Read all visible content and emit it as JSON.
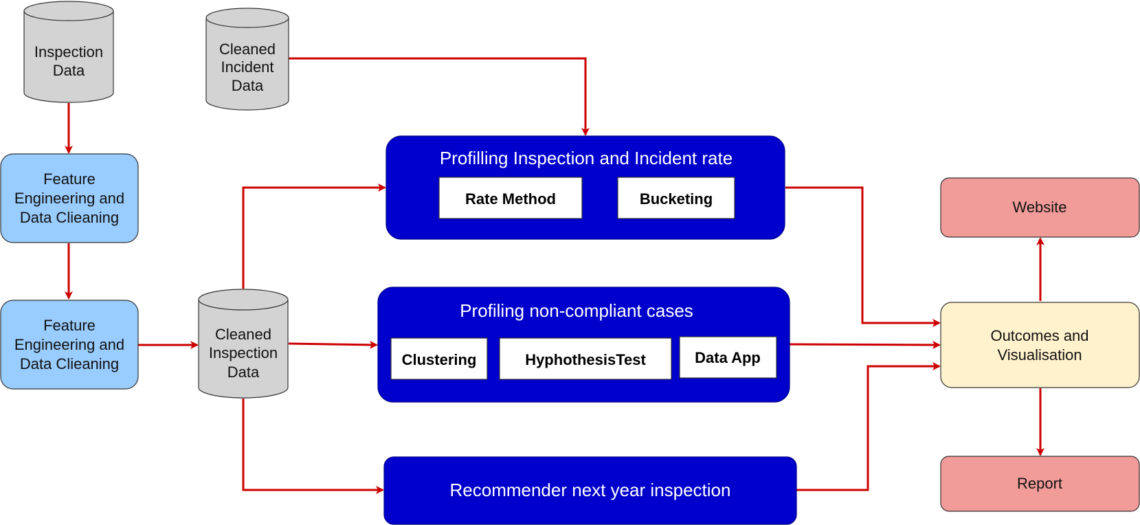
{
  "colors": {
    "edge": "#cc0000",
    "cylinder_fill": "#d3d3d3",
    "blue_box_fill": "#99ccff",
    "process_fill": "#0000cc",
    "outcome_fill": "#fff2cc",
    "output_fill": "#f19c99"
  },
  "nodes": {
    "inspection_data": {
      "lines": [
        "Inspection",
        "Data"
      ],
      "shape": "cylinder"
    },
    "cleaned_incident_data": {
      "lines": [
        "Cleaned",
        "Incident",
        "Data"
      ],
      "shape": "cylinder"
    },
    "feature_eng_1": {
      "lines": [
        "Feature",
        "Engineering and",
        "Data Clieaning"
      ]
    },
    "feature_eng_2": {
      "lines": [
        "Feature",
        "Engineering and",
        "Data Clieaning"
      ]
    },
    "cleaned_inspection_data": {
      "lines": [
        "Cleaned",
        "Inspection",
        "Data"
      ],
      "shape": "cylinder"
    },
    "profiling_rate": {
      "title": "Profilling Inspection and Incident rate",
      "items": [
        "Rate Method",
        "Bucketing"
      ]
    },
    "profiling_noncompliant": {
      "title": "Profiling non-compliant cases",
      "items": [
        "Clustering",
        "HyphothesisTest",
        "Data App"
      ]
    },
    "recommender": {
      "title": "Recommender next year inspection"
    },
    "outcomes": {
      "lines": [
        "Outcomes and",
        "Visualisation"
      ]
    },
    "website": {
      "label": "Website"
    },
    "report": {
      "label": "Report"
    }
  }
}
